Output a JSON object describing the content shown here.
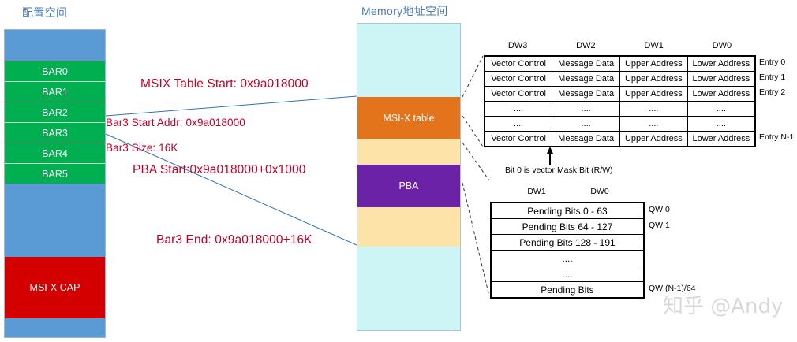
{
  "titles": {
    "config_space": "配置空间",
    "memory_space": "Memory地址空间"
  },
  "config_space": {
    "blocks": [
      {
        "label": "",
        "type": "blue"
      },
      {
        "label": "BAR0",
        "type": "green"
      },
      {
        "label": "BAR1",
        "type": "green"
      },
      {
        "label": "BAR2",
        "type": "green"
      },
      {
        "label": "BAR3",
        "type": "green"
      },
      {
        "label": "BAR4",
        "type": "green"
      },
      {
        "label": "BAR5",
        "type": "green"
      },
      {
        "label": "",
        "type": "blue"
      },
      {
        "label": "MSI-X CAP",
        "type": "red"
      },
      {
        "label": "",
        "type": "blue"
      }
    ]
  },
  "memory_space": {
    "blocks": [
      {
        "label": "",
        "type": "cyan"
      },
      {
        "label": "MSI-X table",
        "type": "orange"
      },
      {
        "label": "",
        "type": "yellow"
      },
      {
        "label": "PBA",
        "type": "purple"
      },
      {
        "label": "",
        "type": "yellow"
      },
      {
        "label": "",
        "type": "cyan"
      }
    ]
  },
  "annotations": [
    {
      "text": "MSIX Table Start: 0x9a018000",
      "size": "large"
    },
    {
      "text": "Bar3 Start Addr: 0x9a018000",
      "size": "small"
    },
    {
      "text": "Bar3 Size: 16K",
      "size": "small"
    },
    {
      "text": "PBA Start:0x9a018000+0x1000",
      "size": "large"
    },
    {
      "text": "Bar3 End: 0x9a018000+16K",
      "size": "large"
    }
  ],
  "entry_table": {
    "dw_headers": [
      "DW3",
      "DW2",
      "DW1",
      "DW0"
    ],
    "rows": [
      [
        "Vector Control",
        "Message Data",
        "Upper Address",
        "Lower Address"
      ],
      [
        "Vector Control",
        "Message Data",
        "Upper Address",
        "Lower Address"
      ],
      [
        "Vector Control",
        "Message Data",
        "Upper Address",
        "Lower Address"
      ],
      [
        "....",
        "....",
        "....",
        "...."
      ],
      [
        "....",
        "....",
        "....",
        "...."
      ],
      [
        "Vector Control",
        "Message Data",
        "Upper Address",
        "Lower Address"
      ]
    ],
    "entry_labels": [
      "Entry 0",
      "Entry 1",
      "Entry 2",
      "",
      "",
      "Entry N-1"
    ],
    "mask_note": "Bit 0 is vector Mask Bit (R/W)"
  },
  "pba_table": {
    "dw_headers": [
      "DW1",
      "DW0"
    ],
    "rows": [
      "Pending Bits 0 - 63",
      "Pending Bits 64 - 127",
      "Pending Bits 128 - 191",
      "....",
      "....",
      "Pending Bits"
    ],
    "qw_labels": [
      "QW 0",
      "QW 1",
      "",
      "",
      "",
      "QW (N-1)/64"
    ]
  },
  "watermark": "知乎 @Andy",
  "colors": {
    "blue": "#5b9bd5",
    "green": "#00b050",
    "red": "#d40000",
    "cyan": "#cdf5f6",
    "orange": "#e3741c",
    "yellow": "#fde3a7",
    "purple": "#6c22a6",
    "annotation": "#c00024",
    "title": "#4a7ab5",
    "connector": "#2e75b6"
  }
}
